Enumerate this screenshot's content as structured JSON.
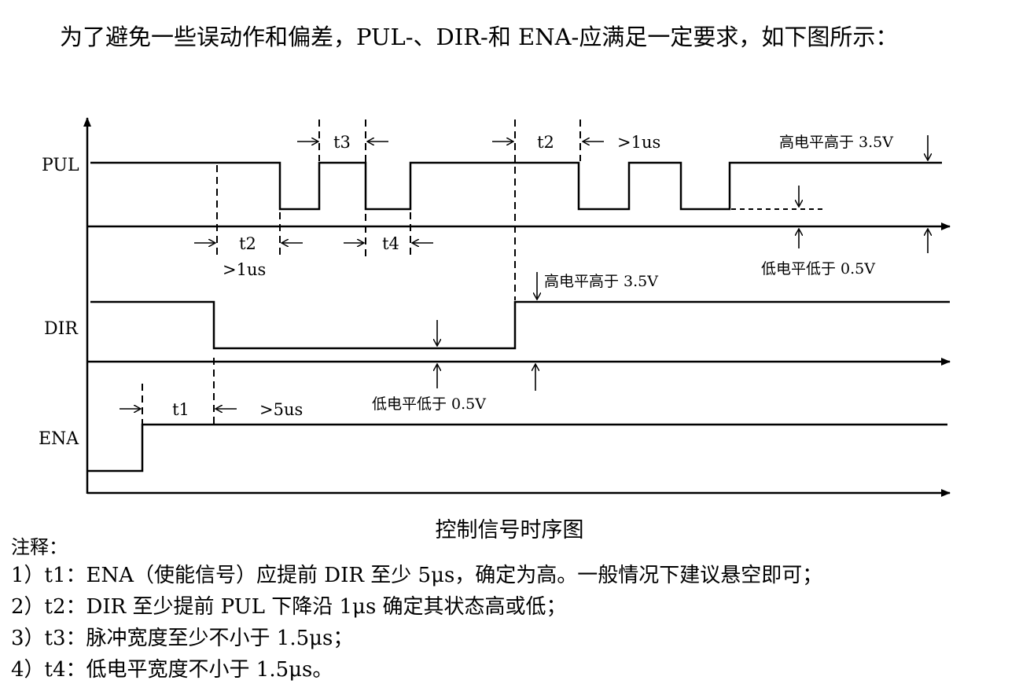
{
  "intro": "为了避免一些误动作和偏差，PUL-、DIR-和 ENA-应满足一定要求，如下图所示：",
  "diagram": {
    "signals": {
      "pul": "PUL",
      "dir": "DIR",
      "ena": "ENA"
    },
    "pul_labels": {
      "t3": "t3",
      "t2_right": "t2",
      "gt1us_top": ">1us",
      "high_note": "高电平高于 3.5V",
      "t2_bottom": "t2",
      "gt1us_bottom": ">1us",
      "t4": "t4",
      "low_note": "低电平低于 0.5V"
    },
    "dir_labels": {
      "high_note": "高电平高于 3.5V",
      "low_note": "低电平低于 0.5V"
    },
    "ena_labels": {
      "t1": "t1",
      "gt5us": ">5us"
    }
  },
  "caption": "控制信号时序图",
  "notes_title": "注释：",
  "notes": [
    "1）t1：ENA（使能信号）应提前 DIR 至少 5μs，确定为高。一般情况下建议悬空即可；",
    "2）t2：DIR 至少提前 PUL 下降沿 1μs 确定其状态高或低；",
    "3）t3：脉冲宽度至少不小于 1.5μs；",
    "4）t4：低电平宽度不小于 1.5μs。"
  ]
}
